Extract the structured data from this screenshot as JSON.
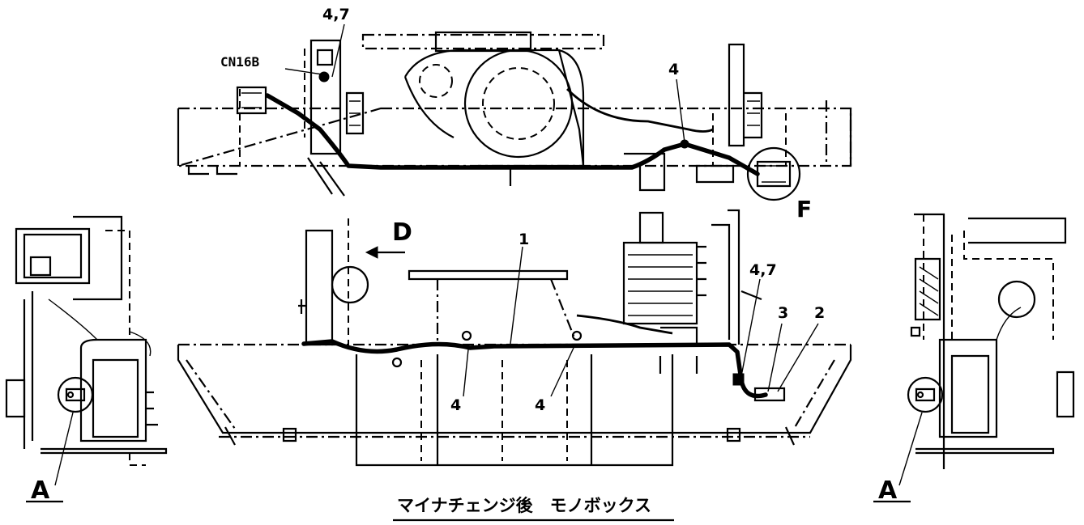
{
  "labels": {
    "top_4_7": "4,7",
    "cn16b": "CN16B",
    "top_4": "4",
    "view_f": "F",
    "arrow_d": "D",
    "part_1": "1",
    "mid_4_7": "4,7",
    "part_3": "3",
    "part_2": "2",
    "bottom_4a": "4",
    "bottom_4b": "4",
    "view_a_left": "A",
    "view_a_right": "A"
  },
  "caption": "マイナチェンジ後　モノボックス"
}
